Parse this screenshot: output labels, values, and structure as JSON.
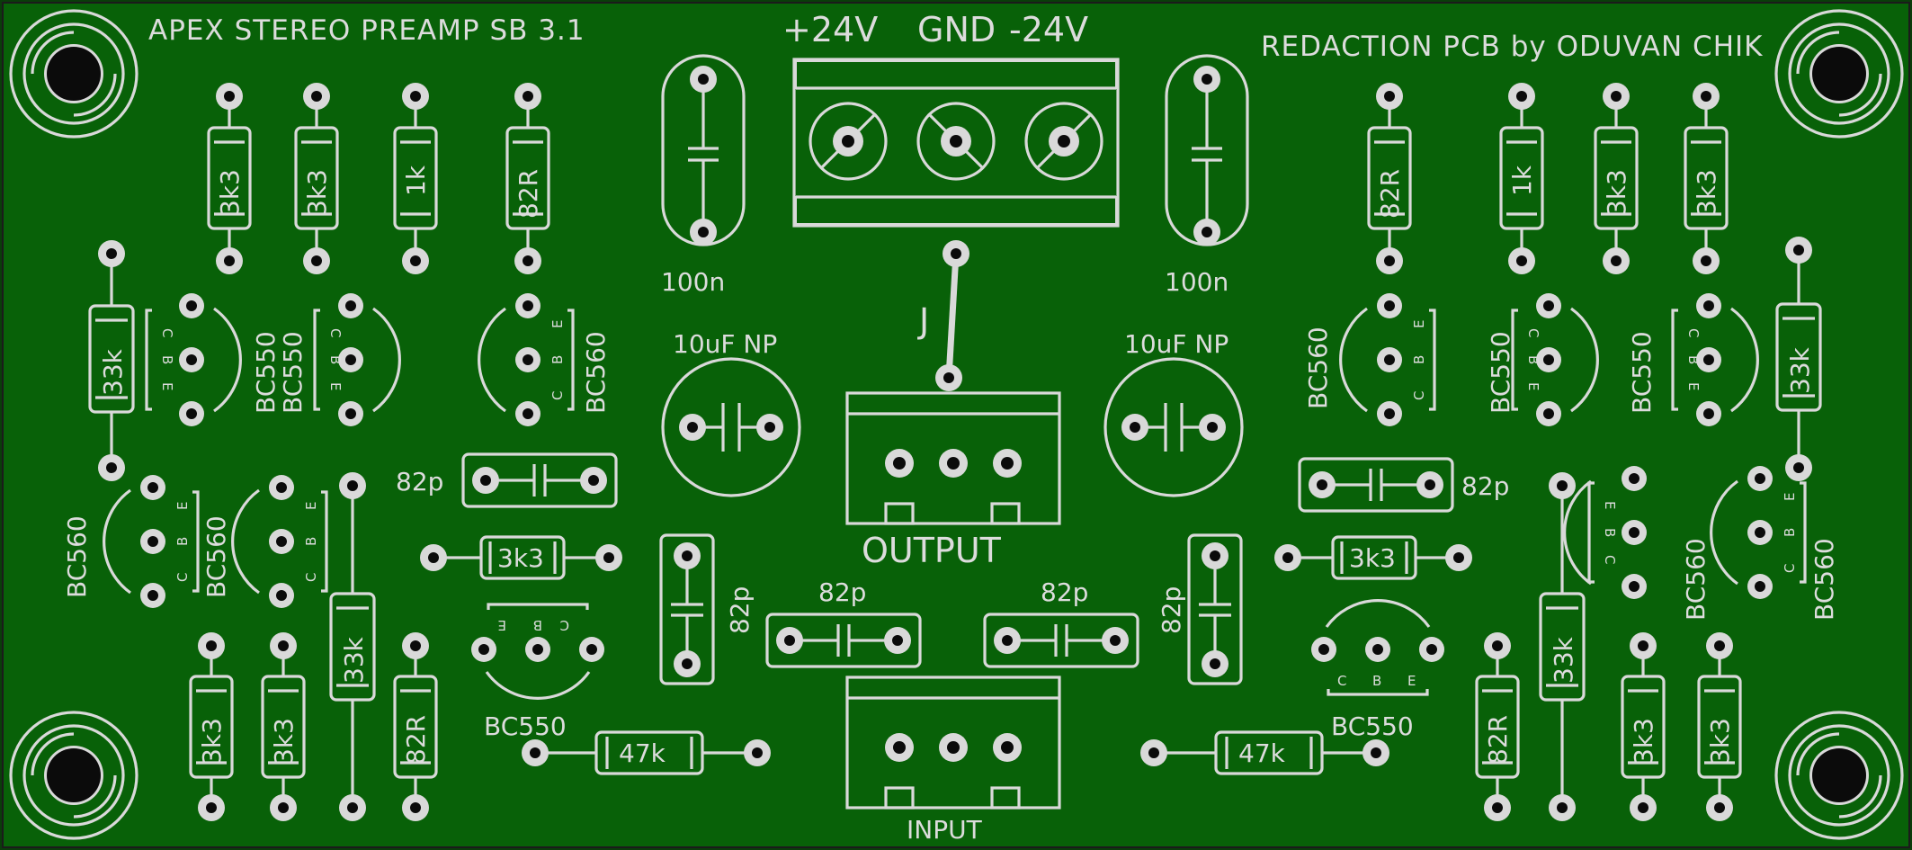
{
  "board": {
    "title_left": "APEX STEREO PREAMP SB 3.1",
    "title_right": "REDACTION PCB by ODUVAN CHIK",
    "power_labels": {
      "pos": "+24V",
      "gnd": "GND",
      "neg": "-24V"
    },
    "jumper_label": "J",
    "output_label": "OUTPUT",
    "input_label": "INPUT",
    "cap_100n": "100n",
    "cap_10uf": "10uF NP",
    "cap_82p": "82p",
    "res_3k3": "3k3",
    "res_1k": "1k",
    "res_82R": "82R",
    "res_33k": "33k",
    "res_47k": "47k",
    "tr_bc550": "BC550",
    "tr_bc560": "BC560",
    "pin_c": "C",
    "pin_b": "B",
    "pin_e": "E"
  },
  "colors": {
    "board": "#086108",
    "silk": "#d9d9d9",
    "hole": "#0b0b0b"
  }
}
